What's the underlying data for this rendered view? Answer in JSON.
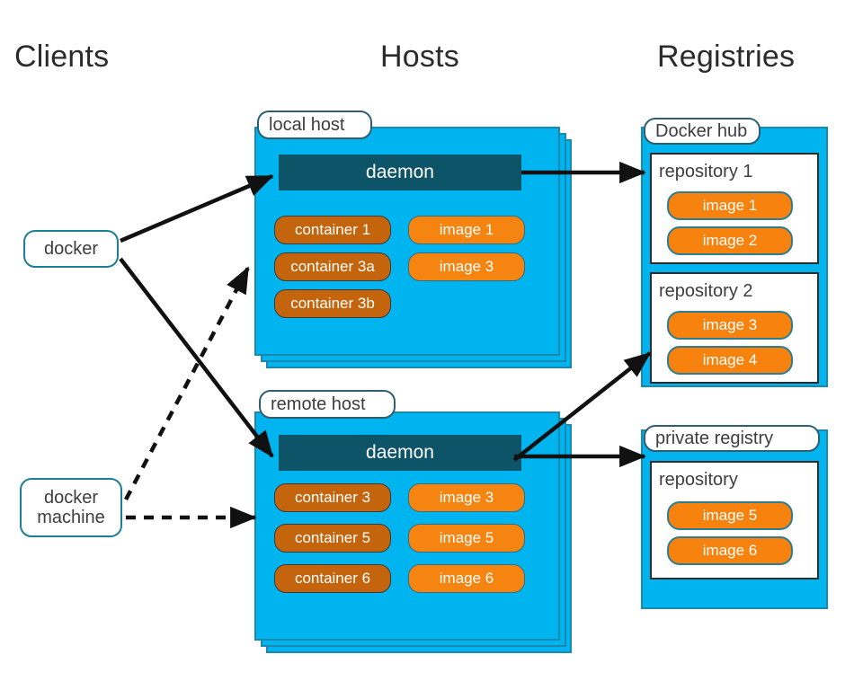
{
  "columns": [
    {
      "key": "clients",
      "label": "Clients"
    },
    {
      "key": "hosts",
      "label": "Hosts"
    },
    {
      "key": "registries",
      "label": "Registries"
    }
  ],
  "clients": [
    {
      "id": "docker",
      "label": "docker"
    },
    {
      "id": "docker-machine",
      "label_line1": "docker",
      "label_line2": "machine"
    }
  ],
  "hosts": [
    {
      "id": "local-host",
      "label": "local host",
      "daemon_label": "daemon",
      "containers": [
        "container 1",
        "container 3a",
        "container 3b"
      ],
      "images": [
        "image 1",
        "image 3"
      ]
    },
    {
      "id": "remote-host",
      "label": "remote host",
      "daemon_label": "daemon",
      "containers": [
        "container 3",
        "container 5",
        "container 6"
      ],
      "images": [
        "image 3",
        "image 5",
        "image 6"
      ]
    }
  ],
  "registries": [
    {
      "id": "docker-hub",
      "label": "Docker hub",
      "repositories": [
        {
          "label": "repository 1",
          "images": [
            "image 1",
            "image 2"
          ]
        },
        {
          "label": "repository 2",
          "images": [
            "image 3",
            "image 4"
          ]
        }
      ]
    },
    {
      "id": "private-registry",
      "label": "private registry",
      "repositories": [
        {
          "label": "repository",
          "images": [
            "image 5",
            "image 6"
          ]
        }
      ]
    }
  ],
  "connections": [
    {
      "from": "docker",
      "to": "local-host-daemon",
      "style": "solid"
    },
    {
      "from": "docker",
      "to": "remote-host-daemon",
      "style": "solid"
    },
    {
      "from": "docker-machine",
      "to": "local-host",
      "style": "dashed"
    },
    {
      "from": "docker-machine",
      "to": "remote-host",
      "style": "dashed"
    },
    {
      "from": "local-host-daemon",
      "to": "repository-1",
      "style": "solid"
    },
    {
      "from": "remote-host-daemon",
      "to": "repository-2",
      "style": "solid"
    },
    {
      "from": "remote-host-daemon",
      "to": "private-registry",
      "style": "solid"
    }
  ],
  "colors": {
    "host_blue": "#00b4ef",
    "host_border": "#1b88ad",
    "daemon": "#0d5468",
    "container": "#c4640c",
    "image": "#f58410",
    "label_border": "#2f5f6e",
    "text": "#3d3d3d",
    "background": "#ffffff"
  }
}
